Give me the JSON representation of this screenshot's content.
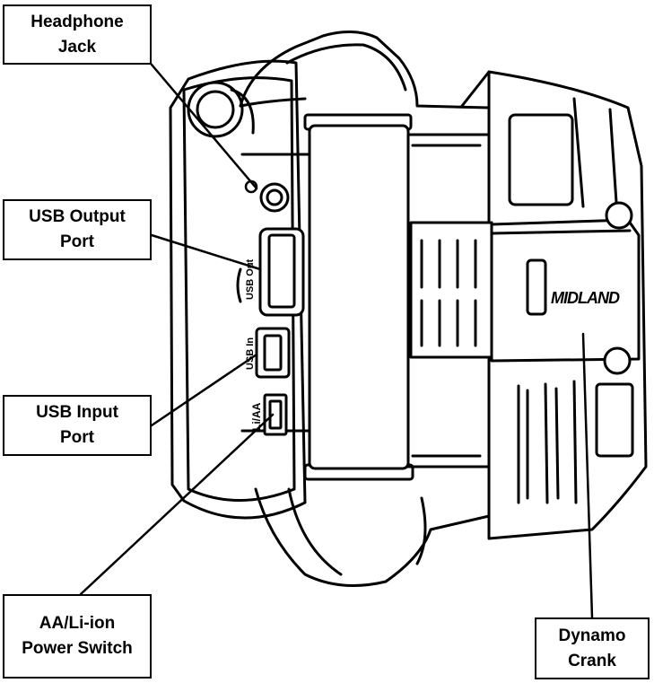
{
  "callouts": {
    "headphone_jack": "Headphone\nJack",
    "usb_output_port": "USB Output\nPort",
    "usb_input_port": "USB Input\nPort",
    "power_switch": "AA/Li-ion\nPower Switch",
    "dynamo_crank": "Dynamo\nCrank"
  },
  "device_markings": {
    "usb_out": "USB Out",
    "usb_in": "USB In",
    "battery_switch": "Li/AA",
    "brand_logo": "MIDLAND"
  },
  "colors": {
    "line": "#000000",
    "background": "#ffffff"
  }
}
